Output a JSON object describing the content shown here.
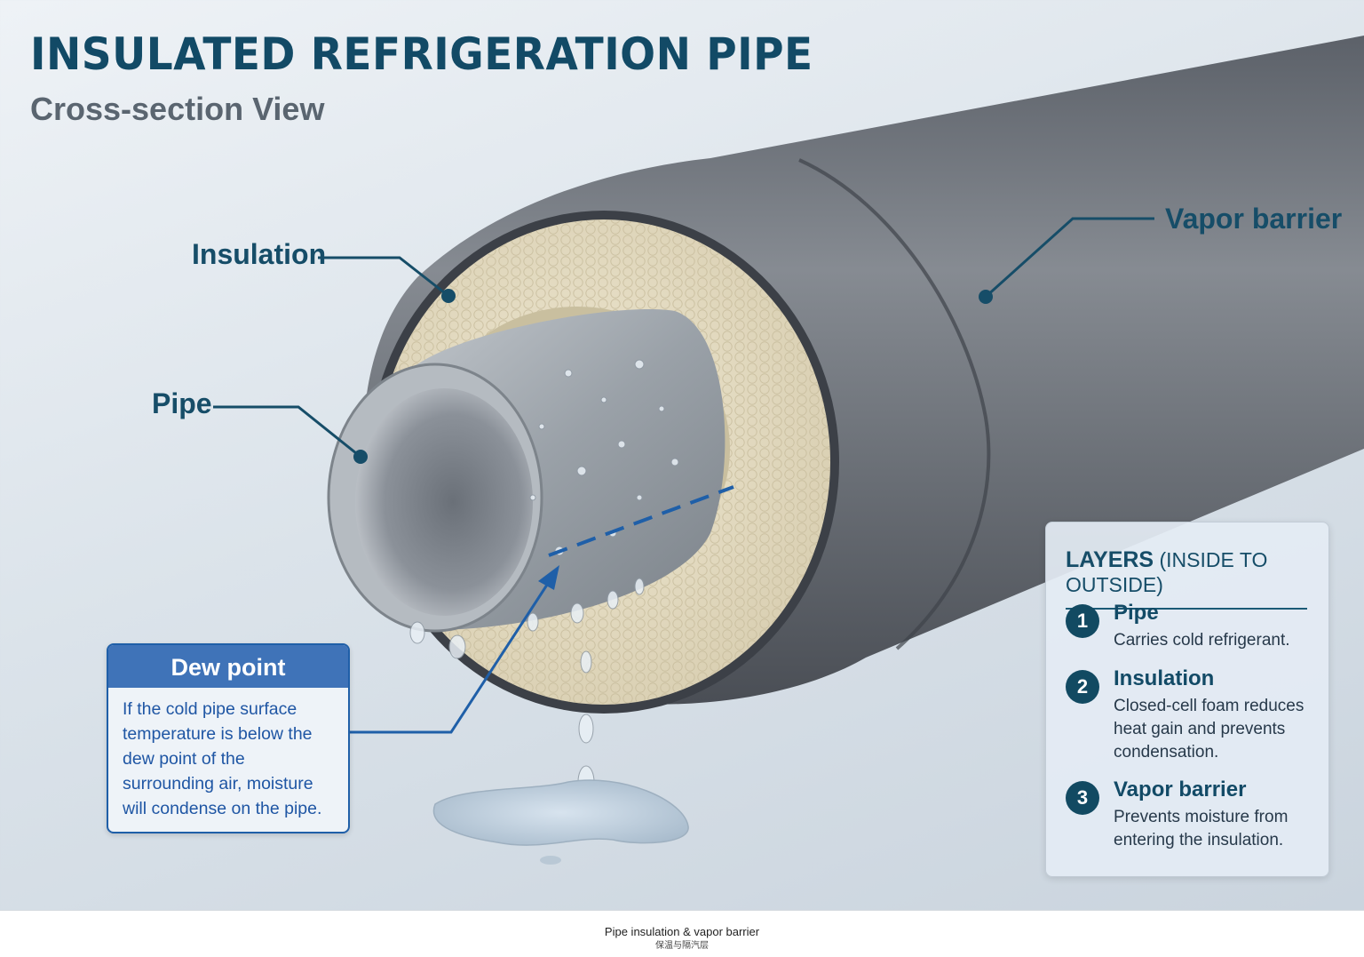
{
  "title": "INSULATED REFRIGERATION PIPE",
  "subtitle": "Cross-section View",
  "callouts": {
    "insulation": "Insulation",
    "pipe": "Pipe",
    "vapor_barrier": "Vapor barrier"
  },
  "dew_point": {
    "title": "Dew point",
    "text": "If the cold pipe surface temperature is below the dew point of the surrounding air, moisture will condense on the pipe."
  },
  "layers_panel": {
    "heading_bold": "LAYERS",
    "heading_rest": "(INSIDE TO OUTSIDE)",
    "items": [
      {
        "number": "1",
        "title": "Pipe",
        "description": "Carries cold refrigerant."
      },
      {
        "number": "2",
        "title": "Insulation",
        "description": "Closed-cell foam reduces heat gain and prevents condensation."
      },
      {
        "number": "3",
        "title": "Vapor barrier",
        "description": "Prevents moisture from entering the insulation."
      }
    ]
  },
  "caption": {
    "line1": "Pipe insulation & vapor barrier",
    "line2": "保温与隔汽层"
  },
  "colors": {
    "title": "#124a66",
    "accent_blue": "#1f5fa8",
    "dew_header": "#3f73b8",
    "foam": "#e6ddc4",
    "jacket": "#6b7078",
    "pipe_steel": "#9aa2aa"
  }
}
